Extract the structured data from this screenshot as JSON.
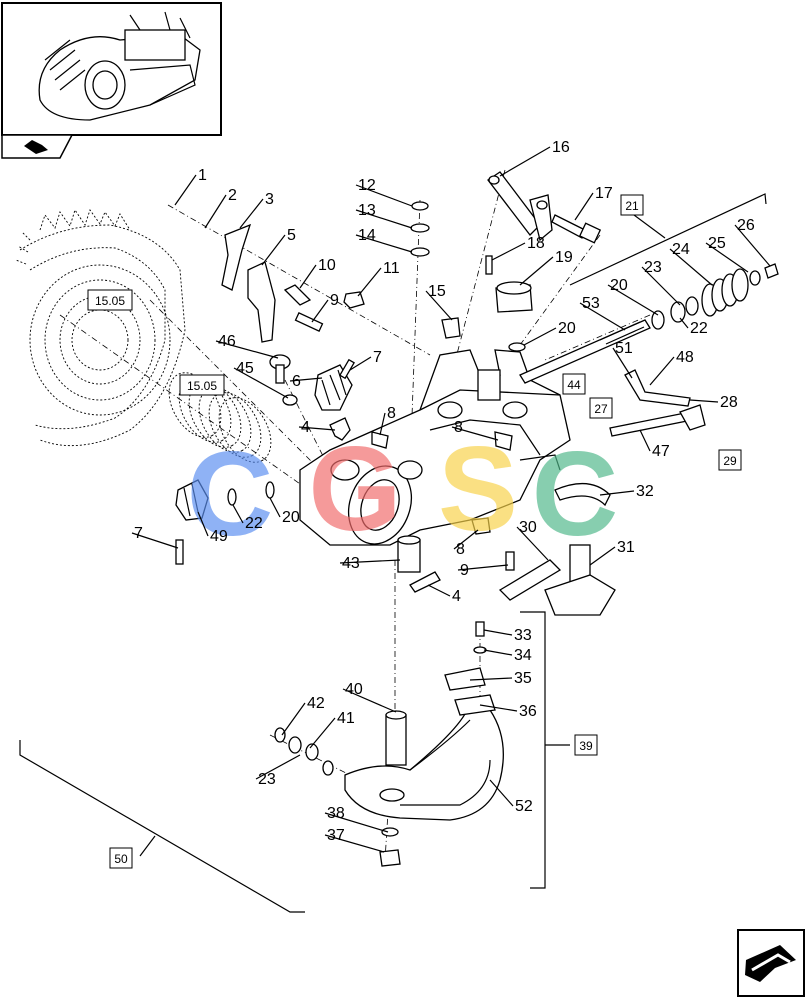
{
  "diagram": {
    "callouts": [
      {
        "id": "c1",
        "text": "1"
      },
      {
        "id": "c2",
        "text": "2"
      },
      {
        "id": "c3",
        "text": "3"
      },
      {
        "id": "c5",
        "text": "5"
      },
      {
        "id": "c10",
        "text": "10"
      },
      {
        "id": "c9a",
        "text": "9"
      },
      {
        "id": "c11",
        "text": "11"
      },
      {
        "id": "c12",
        "text": "12"
      },
      {
        "id": "c13",
        "text": "13"
      },
      {
        "id": "c14",
        "text": "14"
      },
      {
        "id": "c15",
        "text": "15"
      },
      {
        "id": "c16",
        "text": "16"
      },
      {
        "id": "c17",
        "text": "17"
      },
      {
        "id": "c18",
        "text": "18"
      },
      {
        "id": "c19",
        "text": "19"
      },
      {
        "id": "c20a",
        "text": "20"
      },
      {
        "id": "c20b",
        "text": "20"
      },
      {
        "id": "c23a",
        "text": "23"
      },
      {
        "id": "c24",
        "text": "24"
      },
      {
        "id": "c25",
        "text": "25"
      },
      {
        "id": "c26",
        "text": "26"
      },
      {
        "id": "c22a",
        "text": "22"
      },
      {
        "id": "c53",
        "text": "53"
      },
      {
        "id": "c51",
        "text": "51"
      },
      {
        "id": "c48",
        "text": "48"
      },
      {
        "id": "c28",
        "text": "28"
      },
      {
        "id": "c46",
        "text": "46"
      },
      {
        "id": "c6",
        "text": "6"
      },
      {
        "id": "c7a",
        "text": "7"
      },
      {
        "id": "c45",
        "text": "45"
      },
      {
        "id": "c8a",
        "text": "8"
      },
      {
        "id": "c4a",
        "text": "4"
      },
      {
        "id": "c8b",
        "text": "8"
      },
      {
        "id": "c47",
        "text": "47"
      },
      {
        "id": "c32",
        "text": "32"
      },
      {
        "id": "c22b",
        "text": "22"
      },
      {
        "id": "c20c",
        "text": "20"
      },
      {
        "id": "c7b",
        "text": "7"
      },
      {
        "id": "c49",
        "text": "49"
      },
      {
        "id": "c43",
        "text": "43"
      },
      {
        "id": "c8c",
        "text": "8"
      },
      {
        "id": "c9b",
        "text": "9"
      },
      {
        "id": "c4b",
        "text": "4"
      },
      {
        "id": "c30",
        "text": "30"
      },
      {
        "id": "c31",
        "text": "31"
      },
      {
        "id": "c33",
        "text": "33"
      },
      {
        "id": "c34",
        "text": "34"
      },
      {
        "id": "c35",
        "text": "35"
      },
      {
        "id": "c36",
        "text": "36"
      },
      {
        "id": "c40",
        "text": "40"
      },
      {
        "id": "c42",
        "text": "42"
      },
      {
        "id": "c41",
        "text": "41"
      },
      {
        "id": "c23b",
        "text": "23"
      },
      {
        "id": "c52",
        "text": "52"
      },
      {
        "id": "c38",
        "text": "38"
      },
      {
        "id": "c37",
        "text": "37"
      }
    ],
    "boxed_refs": [
      {
        "id": "b1505a",
        "text": "15.05"
      },
      {
        "id": "b1505b",
        "text": "15.05"
      },
      {
        "id": "b21",
        "text": "21"
      },
      {
        "id": "b44",
        "text": "44"
      },
      {
        "id": "b27",
        "text": "27"
      },
      {
        "id": "b29",
        "text": "29"
      },
      {
        "id": "b39",
        "text": "39"
      },
      {
        "id": "b50",
        "text": "50"
      }
    ],
    "watermark": {
      "letters": [
        "C",
        "G",
        "S",
        "C"
      ],
      "colors": [
        "#5b8ff0",
        "#f06a6a",
        "#f7d24a",
        "#4fb88a"
      ]
    }
  }
}
